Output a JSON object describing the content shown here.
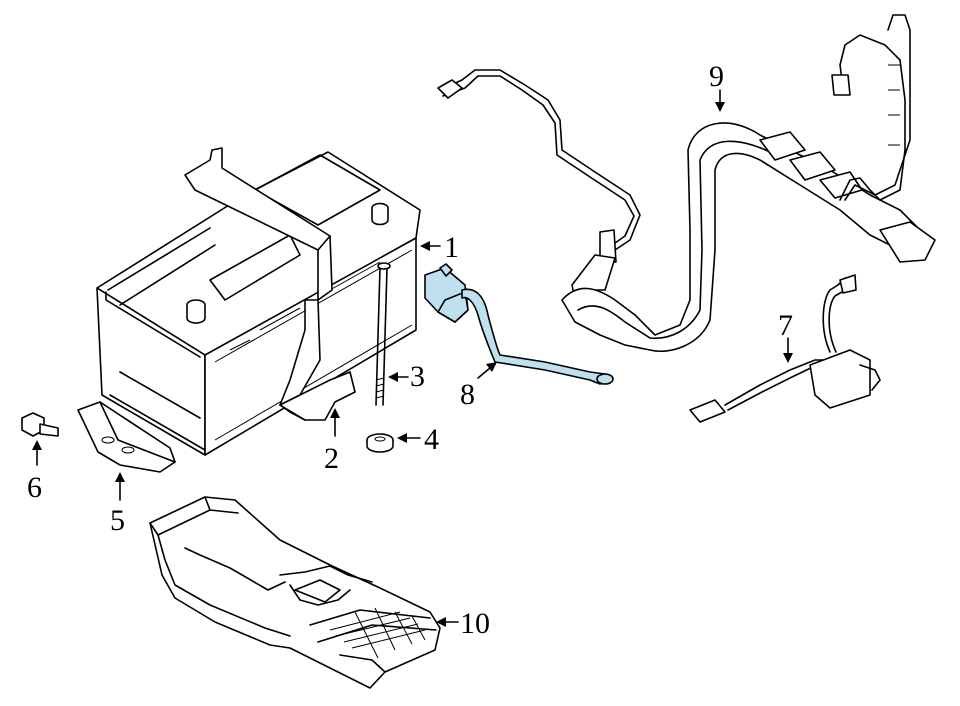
{
  "callouts": [
    {
      "id": "1",
      "label": "1"
    },
    {
      "id": "2",
      "label": "2"
    },
    {
      "id": "3",
      "label": "3"
    },
    {
      "id": "4",
      "label": "4"
    },
    {
      "id": "5",
      "label": "5"
    },
    {
      "id": "6",
      "label": "6"
    },
    {
      "id": "7",
      "label": "7"
    },
    {
      "id": "8",
      "label": "8"
    },
    {
      "id": "9",
      "label": "9"
    },
    {
      "id": "10",
      "label": "10"
    }
  ],
  "highlight_color": "#bfe1ef",
  "line_color": "#000000"
}
